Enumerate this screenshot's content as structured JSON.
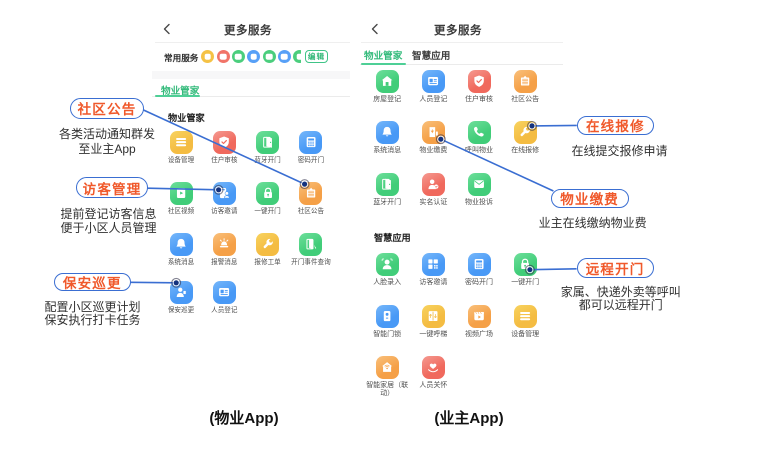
{
  "accent": {
    "green_tab": "#35bb7c",
    "green_underline": "#4ecf96",
    "edit_green": "#3fc487",
    "callout_line_blue": "#3a6ed2",
    "callout_text_orange": "#f0592b",
    "dot_navy": "#14327e"
  },
  "panels": {
    "property": {
      "header": {
        "back_icon": "chevron-left",
        "title": "更多服务"
      },
      "quick_services": {
        "label": "常用服务",
        "edit_label": "编辑",
        "icons": [
          {
            "name": "quick-yellow",
            "color": "#f5c245"
          },
          {
            "name": "quick-red",
            "color": "#f17468"
          },
          {
            "name": "quick-green",
            "color": "#4bce7d"
          },
          {
            "name": "quick-blue",
            "color": "#57a0f7"
          },
          {
            "name": "quick-green2",
            "color": "#4bce7d"
          },
          {
            "name": "quick-blue2",
            "color": "#57a0f7"
          },
          {
            "name": "quick-green-partial",
            "color": "#4bce7d",
            "partial": true
          }
        ]
      },
      "tabs": [
        {
          "label": "物业管家",
          "active": true
        }
      ],
      "section_title": "物业管家",
      "apps": [
        {
          "label": "设备管理",
          "color": "yellow",
          "glyph": "bars"
        },
        {
          "label": "住户审核",
          "color": "red",
          "glyph": "shield"
        },
        {
          "label": "蓝牙开门",
          "color": "green",
          "glyph": "door"
        },
        {
          "label": "密码开门",
          "color": "blue",
          "glyph": "keypad"
        },
        {
          "label": "社区视频",
          "color": "green",
          "glyph": "videodoc"
        },
        {
          "label": "访客邀请",
          "color": "blue",
          "glyph": "invite"
        },
        {
          "label": "一键开门",
          "color": "green",
          "glyph": "lock"
        },
        {
          "label": "社区公告",
          "color": "orange",
          "glyph": "board"
        },
        {
          "label": "系统消息",
          "color": "blue",
          "glyph": "bell"
        },
        {
          "label": "报警消息",
          "color": "orange",
          "glyph": "siren"
        },
        {
          "label": "报修工单",
          "color": "yellow",
          "glyph": "wrench"
        },
        {
          "label": "开门事件查询",
          "color": "green",
          "glyph": "doorsearch"
        },
        {
          "label": "保安巡更",
          "color": "blue",
          "glyph": "guard"
        },
        {
          "label": "人员登记",
          "color": "blue",
          "glyph": "idcard"
        }
      ],
      "caption": "(物业App)"
    },
    "owner": {
      "header": {
        "back_icon": "chevron-left",
        "title": "更多服务"
      },
      "tabs": [
        {
          "label": "物业管家",
          "active": true
        },
        {
          "label": "智慧应用",
          "active": false
        }
      ],
      "sections": [
        {
          "title": "",
          "apps": [
            {
              "label": "房屋登记",
              "color": "green",
              "glyph": "house"
            },
            {
              "label": "人员登记",
              "color": "blue",
              "glyph": "idcard"
            },
            {
              "label": "住户审核",
              "color": "red",
              "glyph": "shield"
            },
            {
              "label": "社区公告",
              "color": "orange",
              "glyph": "board"
            },
            {
              "label": "系统消息",
              "color": "blue",
              "glyph": "bell"
            },
            {
              "label": "物业缴费",
              "color": "orange",
              "glyph": "receipt"
            },
            {
              "label": "呼叫物业",
              "color": "green",
              "glyph": "phone"
            },
            {
              "label": "在线报修",
              "color": "yellow",
              "glyph": "wrench"
            },
            {
              "label": "蓝牙开门",
              "color": "green",
              "glyph": "door"
            },
            {
              "label": "实名认证",
              "color": "red",
              "glyph": "personcheck"
            },
            {
              "label": "物业投诉",
              "color": "green",
              "glyph": "envelope"
            }
          ]
        },
        {
          "title": "智慧应用",
          "apps": [
            {
              "label": "人脸录入",
              "color": "green",
              "glyph": "face"
            },
            {
              "label": "访客邀请",
              "color": "blue",
              "glyph": "qr"
            },
            {
              "label": "密码开门",
              "color": "blue",
              "glyph": "keypad"
            },
            {
              "label": "一键开门",
              "color": "green",
              "glyph": "lock"
            },
            {
              "label": "智能门锁",
              "color": "blue",
              "glyph": "smartlock"
            },
            {
              "label": "一键呼梯",
              "color": "yellow",
              "glyph": "elevator"
            },
            {
              "label": "视频广场",
              "color": "orange",
              "glyph": "film"
            },
            {
              "label": "设备管理",
              "color": "yellow",
              "glyph": "bars"
            },
            {
              "label": "智能家居（联动）",
              "color": "orange",
              "glyph": "houselink"
            },
            {
              "label": "人员关怀",
              "color": "red",
              "glyph": "care"
            }
          ]
        }
      ],
      "caption": "(业主App)"
    }
  },
  "callouts": [
    {
      "id": "community-announcement",
      "title": "社区公告",
      "desc": [
        "各类活动通知群发",
        "至业主App"
      ]
    },
    {
      "id": "visitor-management",
      "title": "访客管理",
      "desc": [
        "提前登记访客信息",
        "便于小区人员管理"
      ]
    },
    {
      "id": "guard-patrol",
      "title": "保安巡更",
      "desc": [
        "配置小区巡更计划",
        "保安执行打卡任务"
      ]
    },
    {
      "id": "online-repair",
      "title": "在线报修",
      "desc": [
        "在线提交报修申请"
      ]
    },
    {
      "id": "property-payment",
      "title": "物业缴费",
      "desc": [
        "业主在线缴纳物业费"
      ]
    },
    {
      "id": "remote-open-door",
      "title": "远程开门",
      "desc": [
        "家属、快递外卖等呼叫",
        "都可以远程开门"
      ]
    }
  ]
}
